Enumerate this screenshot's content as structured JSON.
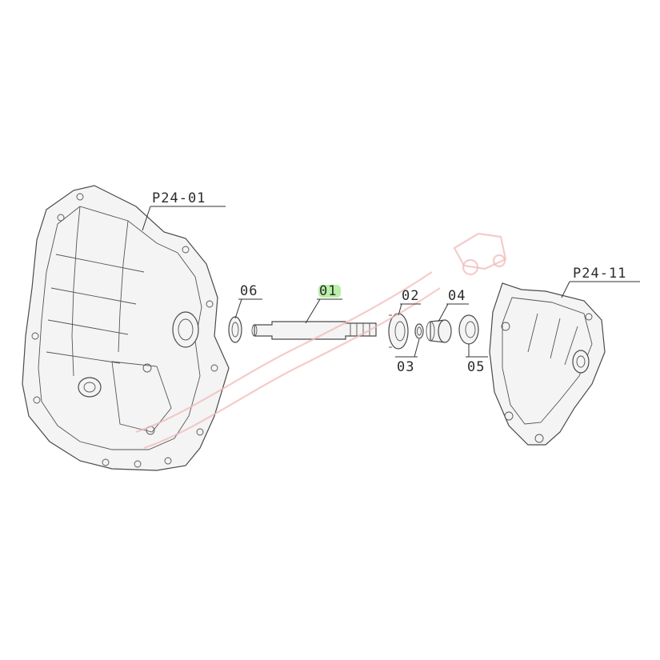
{
  "colors": {
    "highlight": "#b8f0a8",
    "line": "#333333",
    "watermark": "#f2b9b9"
  },
  "callouts": {
    "housing_left": "P24-01",
    "housing_right": "P24-11",
    "shaft": "01",
    "bearing_a": "02",
    "ring": "03",
    "collar": "04",
    "bearing_b": "05",
    "seal": "06"
  }
}
